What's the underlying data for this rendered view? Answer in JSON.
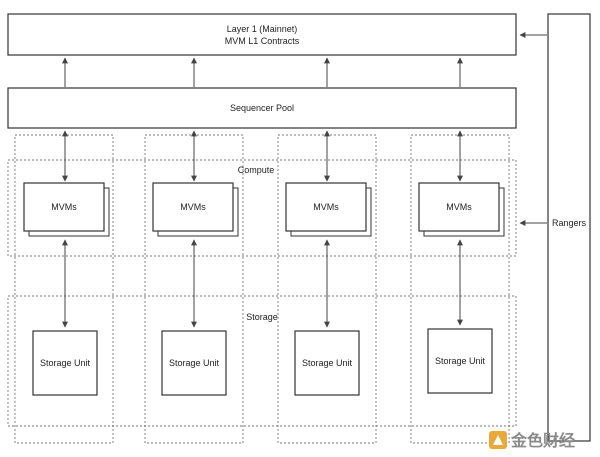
{
  "layer1": {
    "line1": "Layer 1 (Mainnet)",
    "line2": "MVM L1 Contracts"
  },
  "sequencer": {
    "label": "Sequencer Pool"
  },
  "rangers": {
    "label": "Rangers"
  },
  "groups": {
    "compute_label": "Compute",
    "storage_label": "Storage"
  },
  "mvms": [
    {
      "label": "MVMs"
    },
    {
      "label": "MVMs"
    },
    {
      "label": "MVMs"
    },
    {
      "label": "MVMs"
    }
  ],
  "storage_units": [
    {
      "label": "Storage Unit"
    },
    {
      "label": "Storage Unit"
    },
    {
      "label": "Storage Unit"
    },
    {
      "label": "Storage Unit"
    }
  ],
  "watermark": {
    "text": "金色财经",
    "icon": "gold-logo-icon",
    "color": "#e8a93a"
  }
}
